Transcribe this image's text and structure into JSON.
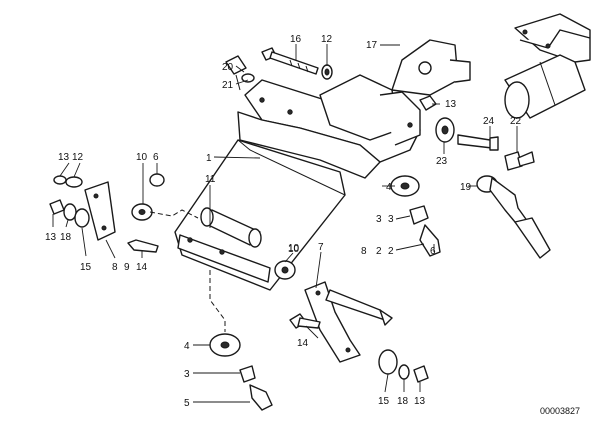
{
  "diagram": {
    "drawing_number": "00003827",
    "callouts": [
      {
        "id": "c-1",
        "text": "1"
      },
      {
        "id": "c-2a",
        "text": "2"
      },
      {
        "id": "c-3a",
        "text": "3"
      },
      {
        "id": "c-4a",
        "text": "4"
      },
      {
        "id": "c-6a",
        "text": "6"
      },
      {
        "id": "c-7",
        "text": "7"
      },
      {
        "id": "c-8",
        "text": "8"
      },
      {
        "id": "c-10a",
        "text": "10"
      },
      {
        "id": "c-11",
        "text": "11"
      },
      {
        "id": "c-12a",
        "text": "12"
      },
      {
        "id": "c-13a",
        "text": "13"
      },
      {
        "id": "c-16",
        "text": "16"
      },
      {
        "id": "c-17",
        "text": "17"
      },
      {
        "id": "c-19",
        "text": "19"
      },
      {
        "id": "c-20",
        "text": "20"
      },
      {
        "id": "c-21",
        "text": "21"
      },
      {
        "id": "c-22",
        "text": "22"
      },
      {
        "id": "c-23",
        "text": "23"
      },
      {
        "id": "c-24",
        "text": "24"
      },
      {
        "id": "c-13b",
        "text": "13"
      },
      {
        "id": "c-12b",
        "text": "12"
      },
      {
        "id": "c-10b",
        "text": "10"
      },
      {
        "id": "c-6b",
        "text": "6"
      },
      {
        "id": "c-13c",
        "text": "13"
      },
      {
        "id": "c-18a",
        "text": "18"
      },
      {
        "id": "c-15a",
        "text": "15"
      },
      {
        "id": "c-9",
        "text": "9"
      },
      {
        "id": "c-14a",
        "text": "14"
      },
      {
        "id": "c-4b",
        "text": "4"
      },
      {
        "id": "c-3b",
        "text": "3"
      },
      {
        "id": "c-5",
        "text": "5"
      },
      {
        "id": "c-10c",
        "text": "10"
      },
      {
        "id": "c-14b",
        "text": "14"
      },
      {
        "id": "c-15b",
        "text": "15"
      },
      {
        "id": "c-18b",
        "text": "18"
      },
      {
        "id": "c-13d",
        "text": "13"
      },
      {
        "id": "c-3c",
        "text": "3"
      },
      {
        "id": "c-2b",
        "text": "2"
      },
      {
        "id": "c-8b",
        "text": "8"
      }
    ]
  }
}
